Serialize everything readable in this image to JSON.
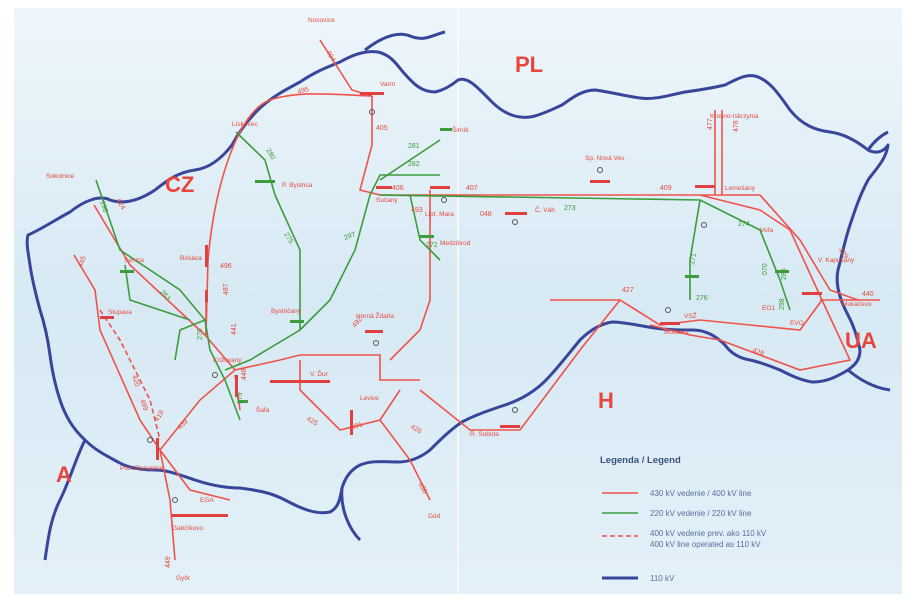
{
  "countries": {
    "cz": "CZ",
    "pl": "PL",
    "ua": "UA",
    "h": "H",
    "a": "A"
  },
  "cities": {
    "nosovice": "Nosovice",
    "varin": "Varín",
    "sucany": "Sučany",
    "liptovska_mara": "Lipt. Mara",
    "cierny_vah": "Č. Váh",
    "medzibrod": "Medzibrod",
    "spisska_nova_ves": "Sp. Nová Ves",
    "lemesany": "Lemešany",
    "krosno": "Krosno-Iskrzynia",
    "vola": "Voľa",
    "velke_kapusany": "V. Kapušany",
    "mukacevo": "Mukačevo",
    "evo": "EVO",
    "eo1": "EO1",
    "vsz": "VSŽ",
    "moldava": "Moldava",
    "rimavska_sobota": "R. Sobota",
    "levice": "Levice",
    "god": "Göd",
    "v_duras": "V. Ďur",
    "horna_zdana": "Horná Ždaňa",
    "bystricany": "Bystričany",
    "sala": "Šaľa",
    "krizovany": "Križovany",
    "bohunice": "Bošáca",
    "senica": "Senica",
    "stupava": "Stupava",
    "podunajske_biskupice": "Pod. Biskupice",
    "ega": "EGA",
    "gabcikovo": "Gabčíkovo",
    "gyor": "Győr",
    "sokolnice": "Sokolnice",
    "liskovec": "Lískovec",
    "p_bystrica": "P. Bystrica",
    "sirnik": "Širník"
  },
  "line_numbers": {
    "n404": "404",
    "n495": "495",
    "n405": "405",
    "n281": "281",
    "n282": "282",
    "n406": "406",
    "n407": "407",
    "n409": "409",
    "n273": "273",
    "n048": "048",
    "n493": "493",
    "n477": "477",
    "n478": "478",
    "n272": "272",
    "n271": "271",
    "n274": "274",
    "n275": "275",
    "n280": "280",
    "n290": "290",
    "n424": "424",
    "n427": "427",
    "n428": "428",
    "n440": "440",
    "n491": "491",
    "n492": "492",
    "n425": "425",
    "n426": "426",
    "n436": "436",
    "n449": "449",
    "n419": "419",
    "n439": "439",
    "n420": "420",
    "n499": "499",
    "n263": "263",
    "n279": "279",
    "n297": "297",
    "n070": "070",
    "n285": "285",
    "n298": "298",
    "n496": "496",
    "n487": "487",
    "n441": "441",
    "n448": "448",
    "n429": "429",
    "n276": "276",
    "n270": "270",
    "n445": "445"
  },
  "legend": {
    "title": "Legenda / Legend",
    "items": [
      {
        "label": "430 kV vedenie / 400 kV line",
        "color": "#f0524a",
        "style": "solid"
      },
      {
        "label": "220 kV vedenie / 220 kV line",
        "color": "#3c9c3c",
        "style": "solid"
      },
      {
        "label": "400 kV vedenie prev. ako 110 kV",
        "label2": "400 kV line operated as 110 kV",
        "color": "#f0524a",
        "style": "dashed"
      },
      {
        "label": "110 kV",
        "color": "#37469a",
        "style": "solid"
      }
    ]
  },
  "colors": {
    "sea": "#d9ebf5",
    "land_top": "#e8f3fa",
    "line400": "#f0524a",
    "line220": "#3c9c3c",
    "border": "#37469a",
    "substation": "#5a5a5a"
  }
}
